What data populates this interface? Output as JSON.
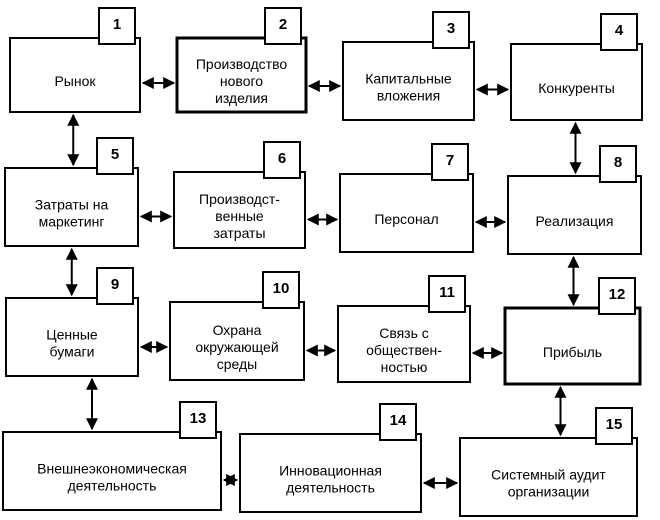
{
  "nodes": [
    {
      "id": 1,
      "number": "1",
      "lines": [
        "Рынок"
      ]
    },
    {
      "id": 2,
      "number": "2",
      "lines": [
        "Производство",
        "нового",
        "изделия"
      ]
    },
    {
      "id": 3,
      "number": "3",
      "lines": [
        "Капитальные",
        "вложения"
      ]
    },
    {
      "id": 4,
      "number": "4",
      "lines": [
        "Конкуренты"
      ]
    },
    {
      "id": 5,
      "number": "5",
      "lines": [
        "Затраты на",
        "маркетинг"
      ]
    },
    {
      "id": 6,
      "number": "6",
      "lines": [
        "Производст-",
        "венные",
        "затраты"
      ]
    },
    {
      "id": 7,
      "number": "7",
      "lines": [
        "Персонал"
      ]
    },
    {
      "id": 8,
      "number": "8",
      "lines": [
        "Реализация"
      ]
    },
    {
      "id": 9,
      "number": "9",
      "lines": [
        "Ценные",
        "бумаги"
      ]
    },
    {
      "id": 10,
      "number": "10",
      "lines": [
        "Охрана",
        "окружающей",
        "среды"
      ]
    },
    {
      "id": 11,
      "number": "11",
      "lines": [
        "Связь с",
        "обществен-",
        "ностью"
      ]
    },
    {
      "id": 12,
      "number": "12",
      "lines": [
        "Прибыль"
      ]
    },
    {
      "id": 13,
      "number": "13",
      "lines": [
        "Внешнеэкономическая",
        "деятельность"
      ]
    },
    {
      "id": 14,
      "number": "14",
      "lines": [
        "Инновационная",
        "деятельность"
      ]
    },
    {
      "id": 15,
      "number": "15",
      "lines": [
        "Системный аудит",
        "организации"
      ]
    }
  ],
  "edges": [
    {
      "from": 1,
      "to": 2,
      "style": "double-arrow"
    },
    {
      "from": 2,
      "to": 3,
      "style": "double-arrow"
    },
    {
      "from": 3,
      "to": 4,
      "style": "double-arrow"
    },
    {
      "from": 1,
      "to": 5,
      "style": "double-arrow"
    },
    {
      "from": 4,
      "to": 8,
      "style": "double-arrow"
    },
    {
      "from": 5,
      "to": 6,
      "style": "double-arrow"
    },
    {
      "from": 6,
      "to": 7,
      "style": "double-arrow"
    },
    {
      "from": 7,
      "to": 8,
      "style": "double-arrow"
    },
    {
      "from": 5,
      "to": 9,
      "style": "double-arrow"
    },
    {
      "from": 8,
      "to": 12,
      "style": "double-arrow"
    },
    {
      "from": 9,
      "to": 10,
      "style": "double-arrow"
    },
    {
      "from": 10,
      "to": 11,
      "style": "double-arrow"
    },
    {
      "from": 11,
      "to": 12,
      "style": "double-arrow"
    },
    {
      "from": 9,
      "to": 13,
      "style": "double-arrow"
    },
    {
      "from": 12,
      "to": 15,
      "style": "double-arrow"
    },
    {
      "from": 13,
      "to": 14,
      "style": "double-arrow"
    },
    {
      "from": 14,
      "to": 15,
      "style": "double-arrow"
    }
  ]
}
